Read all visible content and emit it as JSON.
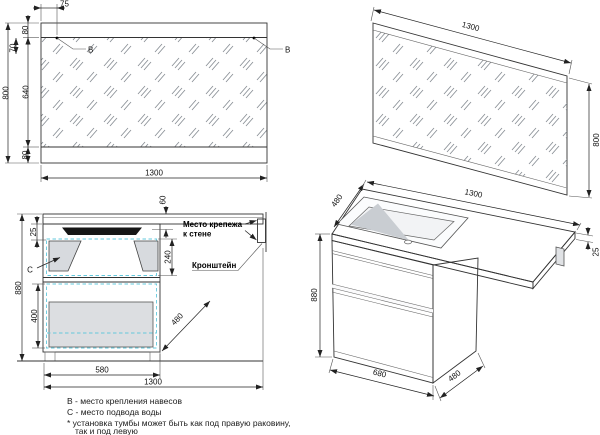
{
  "drawing": {
    "type": "furniture-technical-drawing",
    "views": [
      "mirror-front",
      "mirror-perspective",
      "cabinet-front",
      "cabinet-perspective"
    ]
  },
  "dims": {
    "mirror_front": {
      "bracket_offset_x": "75",
      "band_top": "80",
      "bracket_offset_y": "70",
      "height": "800",
      "glass_height": "640",
      "band_bottom": "80",
      "width": "1300"
    },
    "mirror_persp": {
      "width": "1300",
      "height": "800"
    },
    "cabinet_front": {
      "counter_height": "60",
      "sink_band": "25",
      "total_height": "880",
      "drawer_top": "240",
      "drawer_bottom": "400",
      "cabinet_width": "580",
      "total_width": "1300",
      "depth": "480"
    },
    "cabinet_persp": {
      "depth": "480",
      "width": "1300",
      "counter_thickness": "25",
      "height": "880",
      "cabinet_width": "680",
      "cabinet_depth": "480"
    }
  },
  "labels": {
    "ref_b": "В",
    "ref_c": "С",
    "mount_line1": "Место крепежа",
    "mount_line2": "к стене",
    "bracket": "Кронштейн"
  },
  "notes": {
    "b": "В - место крепления навесов",
    "c": "С - место подвода воды",
    "asterisk1": "* установка тумбы может быть как под правую раковину,",
    "asterisk2": "так и под левую"
  },
  "colors": {
    "line": "#333333",
    "dashed_accent": "#63c8dc",
    "sink_silhouette": "#151515",
    "panel_fill": "#eef0f2",
    "side_fill": "#d5d8dc"
  }
}
